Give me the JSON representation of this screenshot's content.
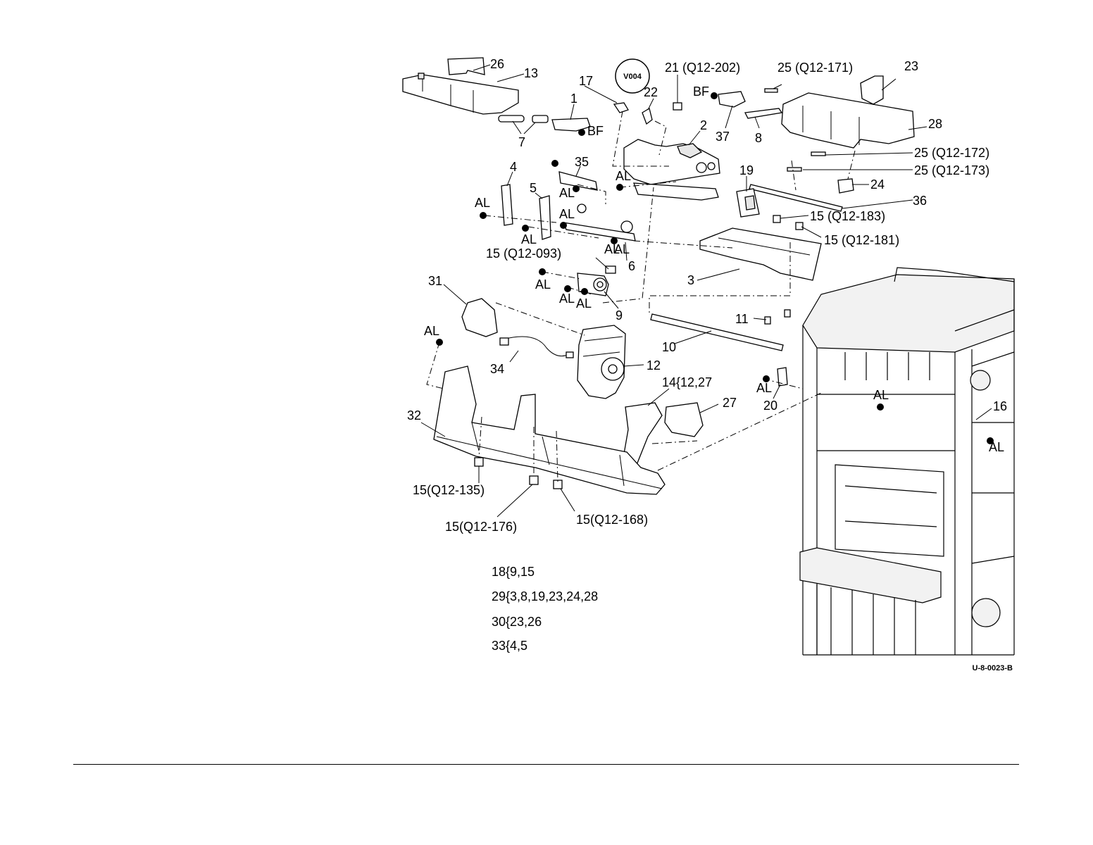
{
  "diagram": {
    "view_tag": "V004",
    "drawing_code": "U-8-0023-B",
    "callouts": [
      {
        "id": "c26",
        "text": "26"
      },
      {
        "id": "c13",
        "text": "13"
      },
      {
        "id": "c17",
        "text": "17"
      },
      {
        "id": "c22",
        "text": "22"
      },
      {
        "id": "c21",
        "text": "21 (Q12-202)"
      },
      {
        "id": "c25a",
        "text": "25 (Q12-171)"
      },
      {
        "id": "c23",
        "text": "23"
      },
      {
        "id": "c1",
        "text": "1"
      },
      {
        "id": "bf1",
        "text": "BF"
      },
      {
        "id": "bf2",
        "text": "BF"
      },
      {
        "id": "c7",
        "text": "7"
      },
      {
        "id": "c2",
        "text": "2"
      },
      {
        "id": "c37",
        "text": "37"
      },
      {
        "id": "c8",
        "text": "8"
      },
      {
        "id": "c28",
        "text": "28"
      },
      {
        "id": "c25b",
        "text": "25 (Q12-172)"
      },
      {
        "id": "c25c",
        "text": "25 (Q12-173)"
      },
      {
        "id": "c35",
        "text": "35"
      },
      {
        "id": "c4",
        "text": "4"
      },
      {
        "id": "al1",
        "text": "AL"
      },
      {
        "id": "al2",
        "text": "AL"
      },
      {
        "id": "c19",
        "text": "19"
      },
      {
        "id": "c24",
        "text": "24"
      },
      {
        "id": "c5",
        "text": "5"
      },
      {
        "id": "al3",
        "text": "AL"
      },
      {
        "id": "c36",
        "text": "36"
      },
      {
        "id": "al4",
        "text": "AL"
      },
      {
        "id": "al5",
        "text": "AL"
      },
      {
        "id": "c15a",
        "text": "15 (Q12-183)"
      },
      {
        "id": "al6",
        "text": "AL"
      },
      {
        "id": "c15b",
        "text": "15 (Q12-181)"
      },
      {
        "id": "al7",
        "text": "AL"
      },
      {
        "id": "c15c",
        "text": "15 (Q12-093)"
      },
      {
        "id": "c6",
        "text": "6"
      },
      {
        "id": "c3",
        "text": "3"
      },
      {
        "id": "c31",
        "text": "31"
      },
      {
        "id": "al8",
        "text": "AL"
      },
      {
        "id": "al9",
        "text": "AL"
      },
      {
        "id": "al10",
        "text": "AL"
      },
      {
        "id": "c9",
        "text": "9"
      },
      {
        "id": "c11",
        "text": "11"
      },
      {
        "id": "al11",
        "text": "AL"
      },
      {
        "id": "c10",
        "text": "10"
      },
      {
        "id": "c34",
        "text": "34"
      },
      {
        "id": "c12",
        "text": "12"
      },
      {
        "id": "c14",
        "text": "14{12,27"
      },
      {
        "id": "al12",
        "text": "AL"
      },
      {
        "id": "c20",
        "text": "20"
      },
      {
        "id": "al13",
        "text": "AL"
      },
      {
        "id": "c32",
        "text": "32"
      },
      {
        "id": "c27",
        "text": "27"
      },
      {
        "id": "c16",
        "text": "16"
      },
      {
        "id": "al14",
        "text": "AL"
      },
      {
        "id": "c15d",
        "text": "15(Q12-135)"
      },
      {
        "id": "c15e",
        "text": "15(Q12-176)"
      },
      {
        "id": "c15f",
        "text": "15(Q12-168)"
      }
    ],
    "kits": [
      {
        "text": "18{9,15"
      },
      {
        "text": "29{3,8,19,23,24,28"
      },
      {
        "text": "30{23,26"
      },
      {
        "text": "33{4,5"
      }
    ]
  }
}
